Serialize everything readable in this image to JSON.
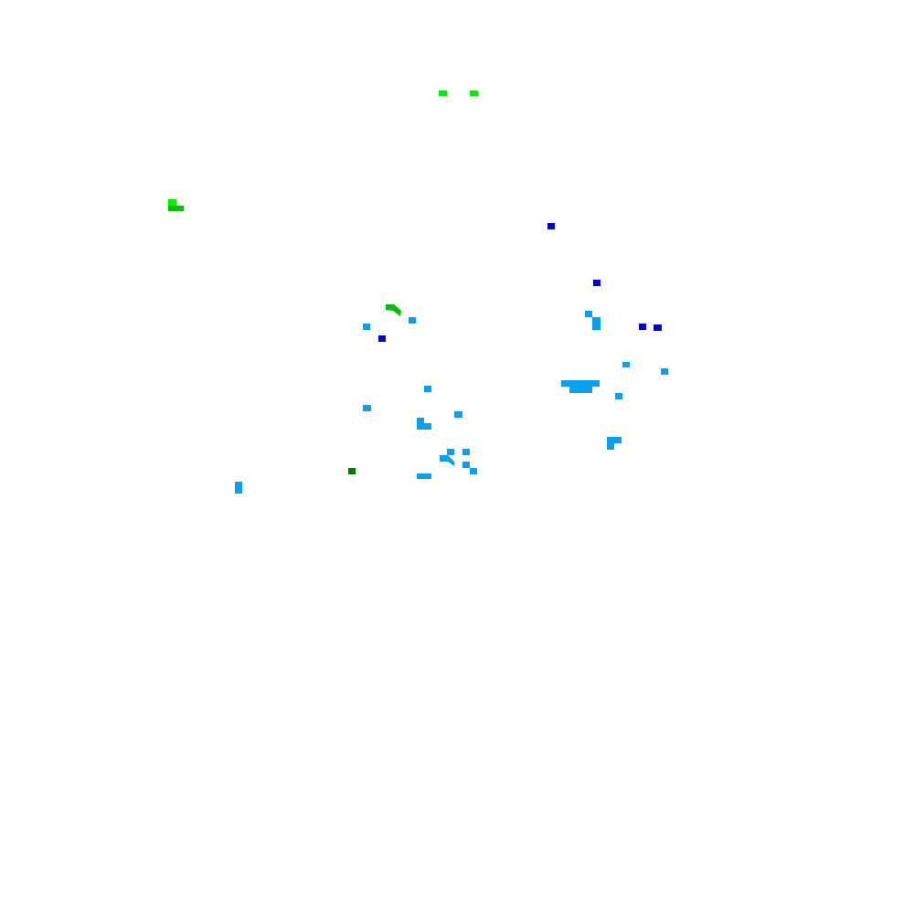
{
  "map": {
    "background": "#ffffff",
    "legend": [],
    "color_classes": [
      {
        "name": "bright-green",
        "color": "#00ee00"
      },
      {
        "name": "green",
        "color": "#00c000"
      },
      {
        "name": "dark-green",
        "color": "#007a00"
      },
      {
        "name": "blue",
        "color": "#0000dd"
      },
      {
        "name": "light-blue",
        "color": "#0aa0f0"
      }
    ]
  }
}
